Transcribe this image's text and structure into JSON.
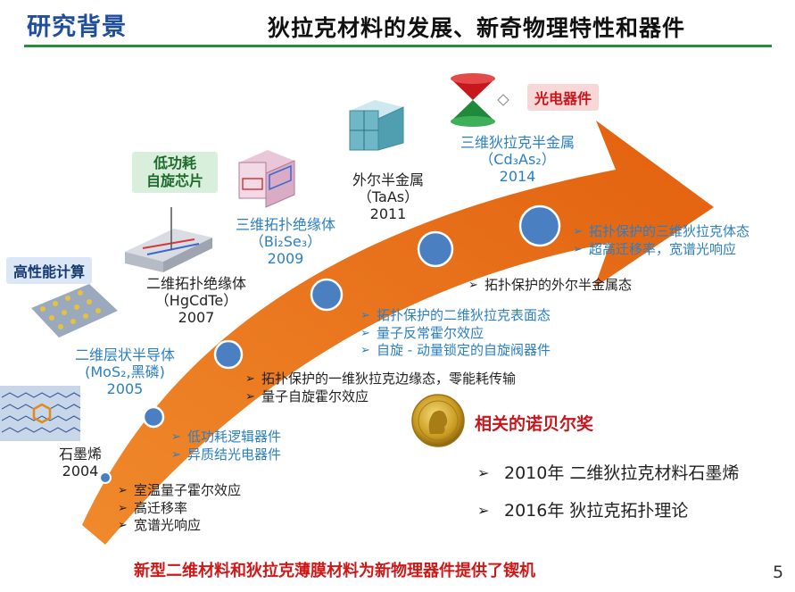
{
  "header": {
    "section_title": "研究背景",
    "slide_title": "狄拉克材料的发展、新奇物理特性和器件"
  },
  "tags": {
    "hpc": "高性能计算",
    "low_power_line1": "低功耗",
    "low_power_line2": "自旋芯片",
    "optoelectronic": "光电器件"
  },
  "milestones": [
    {
      "name": "石墨烯",
      "year": "2004"
    },
    {
      "name": "二维层状半导体",
      "formula": "(MoS₂,黑磷)",
      "year": "2005"
    },
    {
      "name": "二维拓扑绝缘体",
      "formula": "（HgCdTe）",
      "year": "2007"
    },
    {
      "name": "三维拓扑绝缘体",
      "formula": "（Bi₂Se₃）",
      "year": "2009"
    },
    {
      "name": "外尔半金属",
      "formula": "（TaAs）",
      "year": "2011"
    },
    {
      "name": "三维狄拉克半金属",
      "formula": "（Cd₃As₂）",
      "year": "2014"
    }
  ],
  "features": {
    "g1": [
      "室温量子霍尔效应",
      "高迁移率",
      "宽谱光响应"
    ],
    "g2": [
      "低功耗逻辑器件",
      "异质结光电器件"
    ],
    "g3": [
      "拓扑保护的一维狄拉克边缘态，零能耗传输",
      "量子自旋霍尔效应"
    ],
    "g4": [
      "拓扑保护的二维狄拉克表面态",
      "量子反常霍尔效应",
      "自旋 - 动量锁定的自旋阀器件"
    ],
    "g5": [
      "拓扑保护的外尔半金属态"
    ],
    "g6": [
      "拓扑保护的三维狄拉克体态",
      "超高迁移率，宽谱光响应"
    ]
  },
  "nobel": {
    "title": "相关的诺贝尔奖",
    "items": [
      "2010年 二维狄拉克材料石墨烯",
      "2016年 狄拉克拓扑理论"
    ]
  },
  "footer": {
    "conclusion": "新型二维材料和狄拉克薄膜材料为新物理器件提供了锲机",
    "page_number": "5"
  },
  "colors": {
    "arrow": "#e8711a",
    "node": "#4a7fc1",
    "accent_red": "#d01818",
    "title_blue": "#1f4e9c",
    "rule_green": "#2e8b3c"
  }
}
